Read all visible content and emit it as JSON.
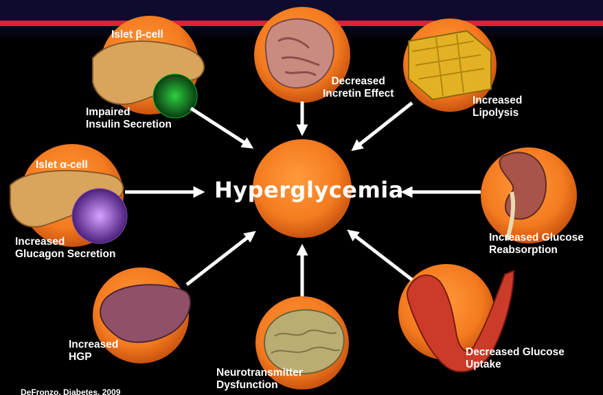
{
  "center": {
    "text": "Hyperglycemia",
    "color": "#f47a1f"
  },
  "labels": {
    "islet_beta_title": "Islet β-cell",
    "impaired_insulin": [
      "Impaired",
      "Insulin Secretion"
    ],
    "incretin": [
      "Decreased",
      "Incretin Effect"
    ],
    "lipolysis": [
      "Increased",
      "Lipolysis"
    ],
    "islet_alpha_title": "Islet α-cell",
    "glucagon": [
      "Increased",
      "Glucagon Secretion"
    ],
    "reabsorption": [
      "Increased Glucose",
      "Reabsorption"
    ],
    "hgp": [
      "Increased",
      "HGP"
    ],
    "neurotransmitter": [
      "Neurotransmitter",
      "Dysfunction"
    ],
    "uptake": [
      "Decreased Glucose",
      "Uptake"
    ]
  },
  "footer": "DeFronzo. Diabetes. 2009",
  "icons": [
    "pancreas-beta-cell-image",
    "intestine-image",
    "adipose-tissue-image",
    "pancreas-alpha-cell-image",
    "kidney-image",
    "liver-image",
    "brain-image",
    "muscle-arm-image"
  ],
  "colors": {
    "accent_bar": "#e0213a",
    "orange": "#f47a1f",
    "background": "#000000"
  }
}
